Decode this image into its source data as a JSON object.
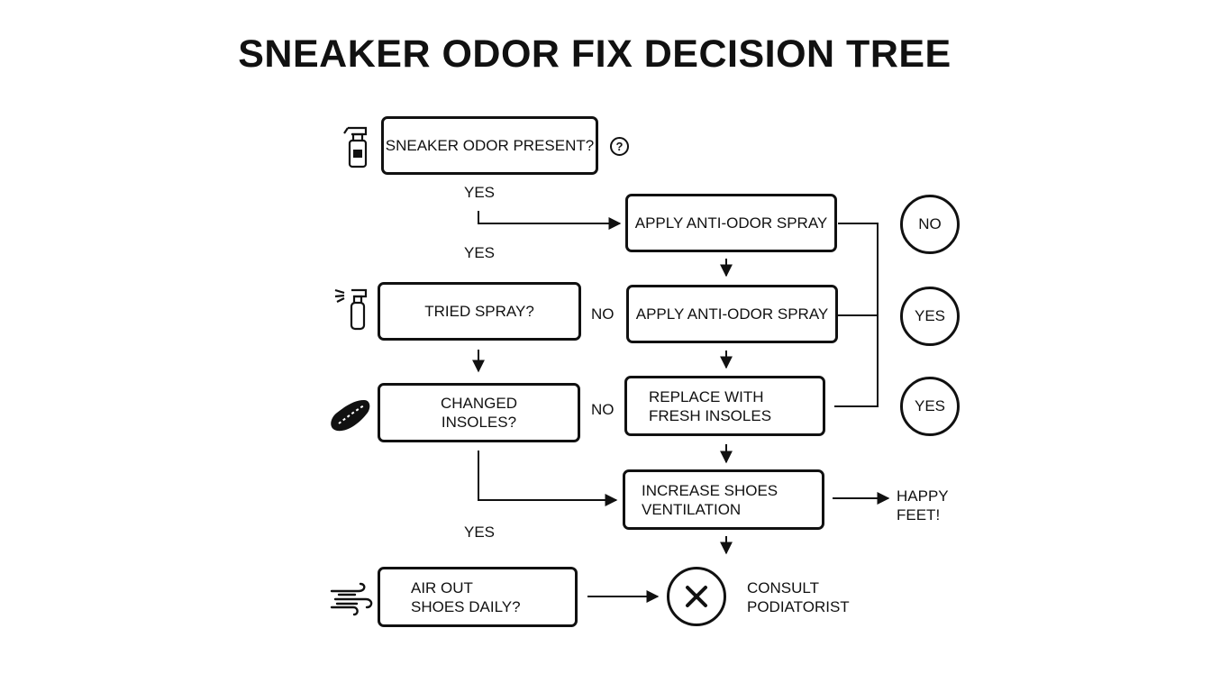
{
  "title": "SNEAKER ODOR FIX DECISION TREE",
  "nodes": {
    "odor_present": "SNEAKER ODOR PRESENT?",
    "tried_spray": "TRIED SPRAY?",
    "changed_insoles": "CHANGED\nINSOLES?",
    "air_out": "AIR OUT\nSHOES DAILY?",
    "apply_spray_1": "APPLY ANTI-ODOR SPRAY",
    "apply_spray_2": "APPLY ANTI-ODOR SPRAY",
    "replace_insoles": "REPLACE WITH\nFRESH INSOLES",
    "increase_ventilation": "INCREASE SHOES\nVENTILATION"
  },
  "edge_labels": {
    "yes_1": "YES",
    "yes_2": "YES",
    "yes_3": "YES",
    "no_1": "NO",
    "no_2": "NO"
  },
  "outcomes": {
    "circle_1": "NO",
    "circle_2": "YES",
    "circle_3": "YES",
    "happy_feet": "HAPPY\nFEET!",
    "consult": "CONSULT\nPODIATORIST"
  },
  "icons": [
    "spray-bottle-icon",
    "spray-bottle-icon",
    "insole-icon",
    "wind-icon",
    "question-circle-icon",
    "cross-circle-icon"
  ]
}
